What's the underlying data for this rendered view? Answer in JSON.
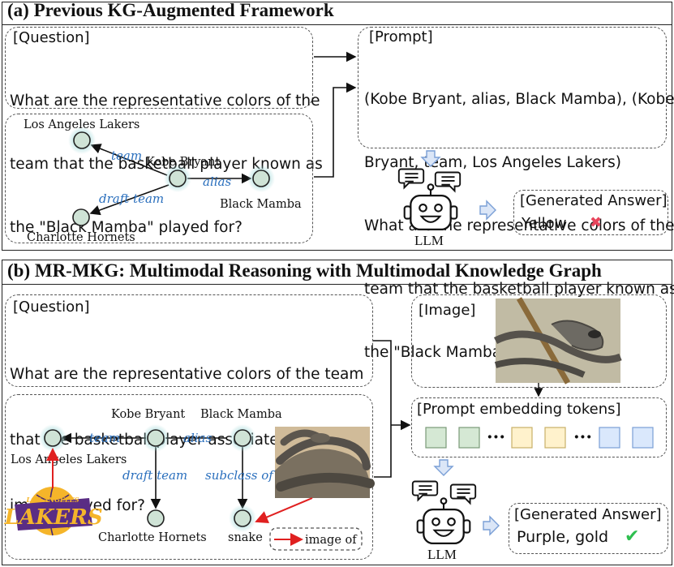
{
  "panel_a": {
    "title": "(a) Previous KG-Augmented Framework",
    "question_header": "[Question]",
    "question_lines": [
      "What are the representative colors of the",
      "team that the basketball player known as",
      "the \"Black Mamba\" played for?"
    ],
    "kg": {
      "entities": {
        "lakers": "Los Angeles Lakers",
        "kobe": "Kobe Bryant",
        "mamba": "Black Mamba",
        "hornets": "Charlotte Hornets"
      },
      "relations": {
        "team": "team",
        "alias": "alias",
        "draft": "draft team"
      }
    },
    "prompt_header": "[Prompt]",
    "prompt_lines": [
      "(Kobe Bryant, alias, Black Mamba), (Kobe",
      "Bryant, team, Los Angeles Lakers)",
      "What are the representative colors of the",
      "team that the basketball player known as",
      "the \"Black Mamba\" played for?"
    ],
    "llm_label": "LLM",
    "answer_header": "[Generated Answer]",
    "answer_text": "Yellow",
    "answer_mark": "✖",
    "answer_mark_color": "#e8455c"
  },
  "panel_b": {
    "title": "(b) MR-MKG: Multimodal Reasoning with Multimodal Knowledge Graph",
    "question_header": "[Question]",
    "question_lines": [
      "What are the representative colors of the team",
      "that the basketball player associated with this",
      "image played for?"
    ],
    "kg": {
      "entities": {
        "kobe": "Kobe Bryant",
        "mamba": "Black Mamba",
        "lakers": "Los Angeles Lakers",
        "hornets": "Charlotte Hornets",
        "snake": "snake"
      },
      "relations": {
        "team": "team",
        "alias": "alias",
        "draft": "draft team",
        "subclass": "subclass of"
      },
      "legend_label": "image of",
      "logo_text_top": "LOS ANGELES",
      "logo_text_main": "LAKERS"
    },
    "image_header": "[Image]",
    "tokens_header": "[Prompt embedding tokens]",
    "ellipsis": "···",
    "token_colors": [
      "#d5e8d4",
      "#d5e8d4",
      "#fff2cc",
      "#fff2cc",
      "#dae8fc",
      "#dae8fc"
    ],
    "llm_label": "LLM",
    "answer_header": "[Generated Answer]",
    "answer_text": "Purple, gold",
    "answer_mark": "✔",
    "answer_mark_color": "#2ebf4f"
  },
  "colors": {
    "relation_text": "#2a6fbd",
    "red_arrow": "#e02020",
    "node_fill": "#cfe3d6"
  },
  "icons": [
    "robot-icon",
    "speech-bubble-icon",
    "down-arrow-icon",
    "right-arrow-icon",
    "cross-icon",
    "check-icon",
    "lakers-logo-icon",
    "snake-photo"
  ]
}
